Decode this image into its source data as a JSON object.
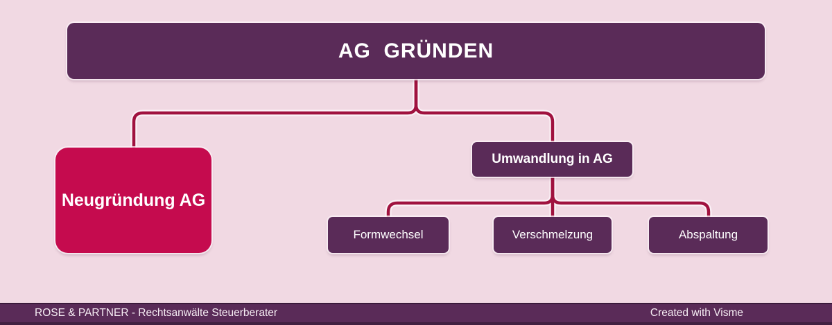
{
  "diagram": {
    "root": {
      "label": "AG  GRÜNDEN"
    },
    "left_branch": {
      "label": "Neugründung AG"
    },
    "right_branch": {
      "label": "Umwandlung in AG",
      "children": [
        {
          "label": "Formwechsel"
        },
        {
          "label": "Verschmelzung"
        },
        {
          "label": "Abspaltung"
        }
      ]
    }
  },
  "footer": {
    "brand": "ROSE & PARTNER - Rechtsanwälte Steuerberater",
    "credit": "Created with Visme"
  },
  "colors": {
    "background": "#f1d9e3",
    "node_purple": "#5a2b58",
    "node_red": "#c50b4e",
    "connector": "#a0123f",
    "connector_outline": "#fbf2f7",
    "footer_bar": "#5a2b58",
    "text_light": "#ffffff"
  }
}
